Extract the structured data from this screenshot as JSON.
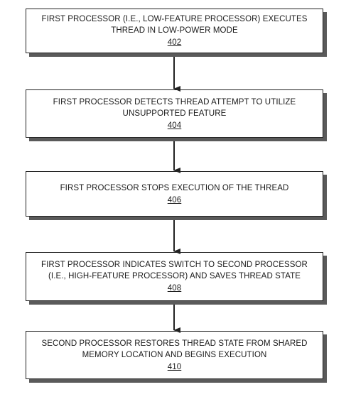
{
  "steps": [
    {
      "lines": [
        "FIRST PROCESSOR (I.E., LOW-FEATURE PROCESSOR) EXECUTES",
        "THREAD IN LOW-POWER MODE"
      ],
      "ref": "402"
    },
    {
      "lines": [
        "FIRST PROCESSOR DETECTS THREAD ATTEMPT TO UTILIZE",
        "UNSUPPORTED FEATURE"
      ],
      "ref": "404"
    },
    {
      "lines": [
        "FIRST PROCESSOR STOPS EXECUTION OF THE THREAD"
      ],
      "ref": "406"
    },
    {
      "lines": [
        "FIRST PROCESSOR INDICATES SWITCH TO SECOND PROCESSOR",
        "(I.E., HIGH-FEATURE PROCESSOR) AND SAVES THREAD STATE"
      ],
      "ref": "408"
    },
    {
      "lines": [
        "SECOND PROCESSOR RESTORES THREAD STATE FROM SHARED",
        "MEMORY LOCATION AND BEGINS EXECUTION"
      ],
      "ref": "410"
    }
  ]
}
